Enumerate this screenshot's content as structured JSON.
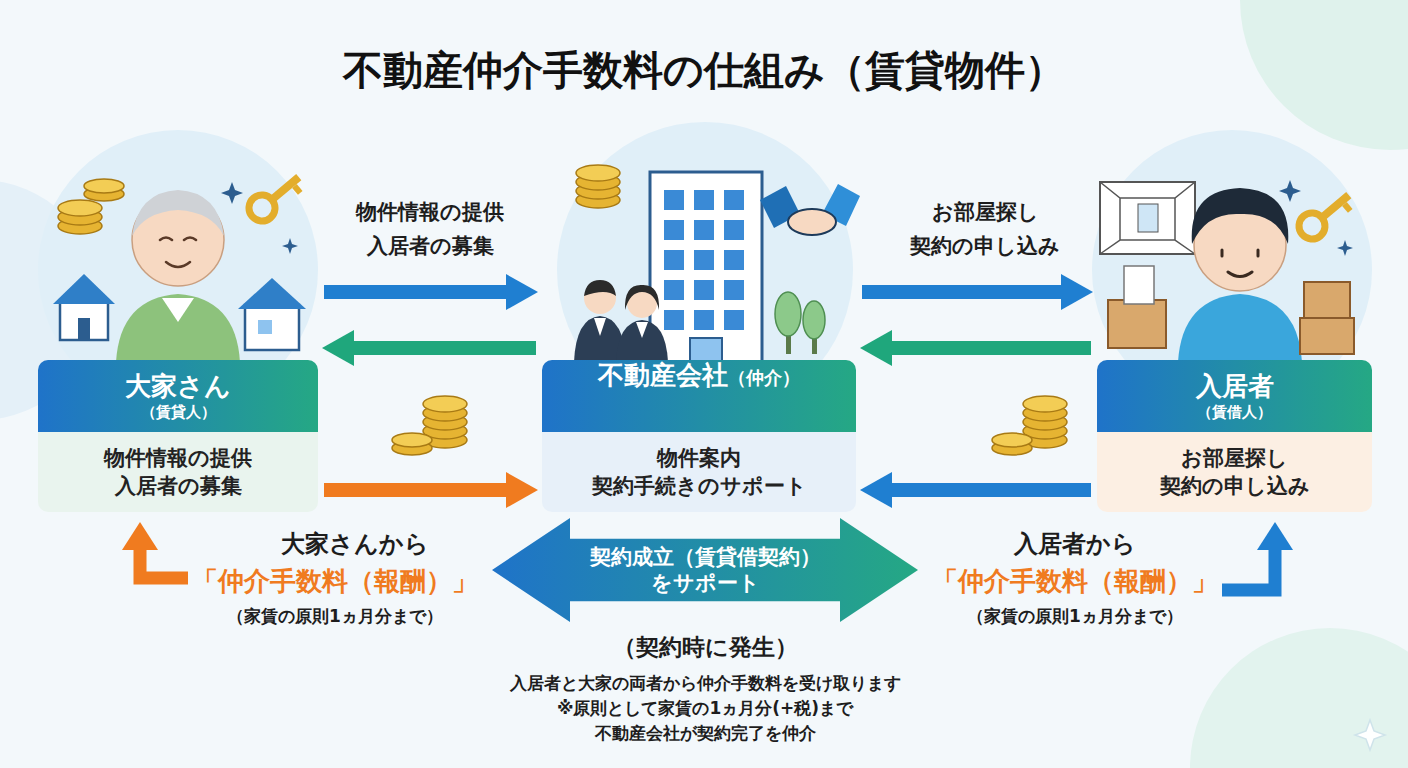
{
  "diagram": {
    "title": "不動産仲介手数料の仕組み（賃貸物件）",
    "nodes": [
      {
        "text": [
          "大家さん",
          "（賃貸人）",
          "物件情報の提供 入居者の募集"
        ]
      },
      {
        "text": [
          "不動産会社",
          "（仲介）",
          "物件案内 契約手続きのサポート"
        ]
      },
      {
        "text": [
          "入居者",
          "（賃借人）",
          "お部屋探し 契約の申し込み"
        ]
      },
      {
        "text": [
          "契約成立（賃貸借契約） をサポート"
        ]
      }
    ],
    "edges": [
      {
        "from": 0,
        "to": 1,
        "arrow": "to",
        "label": "物件情報の提供 入居者の募集"
      },
      {
        "from": 1,
        "to": 0,
        "arrow": "to"
      },
      {
        "from": 1,
        "to": 2,
        "arrow": "to",
        "label": "お部屋探し 契約の申し込み"
      },
      {
        "from": 2,
        "to": 1,
        "arrow": "to"
      },
      {
        "from": 0,
        "to": 1,
        "arrow": "to"
      },
      {
        "from": 2,
        "to": 1,
        "arrow": "to"
      }
    ],
    "labels": [
      "大家さんから",
      "「仲介手数料（報酬）」",
      "（家賃の原則1ヵ月分まで）",
      "入居者から",
      "「仲介手数料（報酬）」",
      "（家賃の原則1ヵ月分まで）",
      "（契約時に発生）",
      "入居者と大家の両者から仲介手数料を受け取ります",
      "※原則として家賃の1ヵ月分(+税)まで",
      "不動産会社が契約完了を仲介"
    ]
  }
}
